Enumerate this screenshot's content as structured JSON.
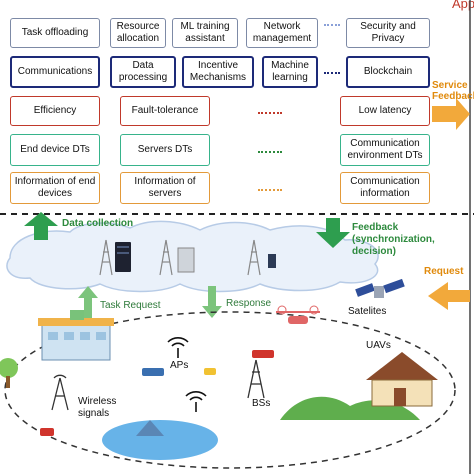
{
  "app_header": "App",
  "rows": [
    {
      "style": "gray",
      "cells": [
        "Task offloading",
        "Resource allocation",
        "ML training assistant",
        "Network management"
      ],
      "tail": "Security and Privacy",
      "dots_color": "#8aa0d8"
    },
    {
      "style": "navy",
      "cells": [
        "Communications",
        "Data processing",
        "Incentive Mechanisms",
        "Machine learning"
      ],
      "tail": "Blockchain",
      "dots_color": "#1d2a78"
    },
    {
      "style": "red",
      "cells": [
        "Efficiency",
        "Fault-tolerance"
      ],
      "tail": "Low latency",
      "dots_color": "#c0392b"
    },
    {
      "style": "green",
      "cells": [
        "End device DTs",
        "Servers DTs"
      ],
      "tail": "Communication environment DTs",
      "dots_color": "#37b38b"
    },
    {
      "style": "orange",
      "cells": [
        "Information of end devices",
        "Information of servers"
      ],
      "tail": "Communication information",
      "dots_color": "#e39a3a"
    }
  ],
  "side_labels": {
    "service_feedback": "Service Feedback",
    "request": "Request"
  },
  "arrow_labels": {
    "data_collection": "Data collection",
    "feedback": "Feedback (synchronization, decision)",
    "task_request": "Task Request",
    "response": "Response"
  },
  "scene_labels": {
    "satelites": "Satelites",
    "uavs": "UAVs",
    "aps": "APs",
    "wireless_signals": "Wireless signals",
    "bss": "BSs"
  },
  "colors": {
    "navy": "#1d2a78",
    "green": "#2e9e4f",
    "orange": "#f2a93b",
    "red": "#c0392b"
  }
}
